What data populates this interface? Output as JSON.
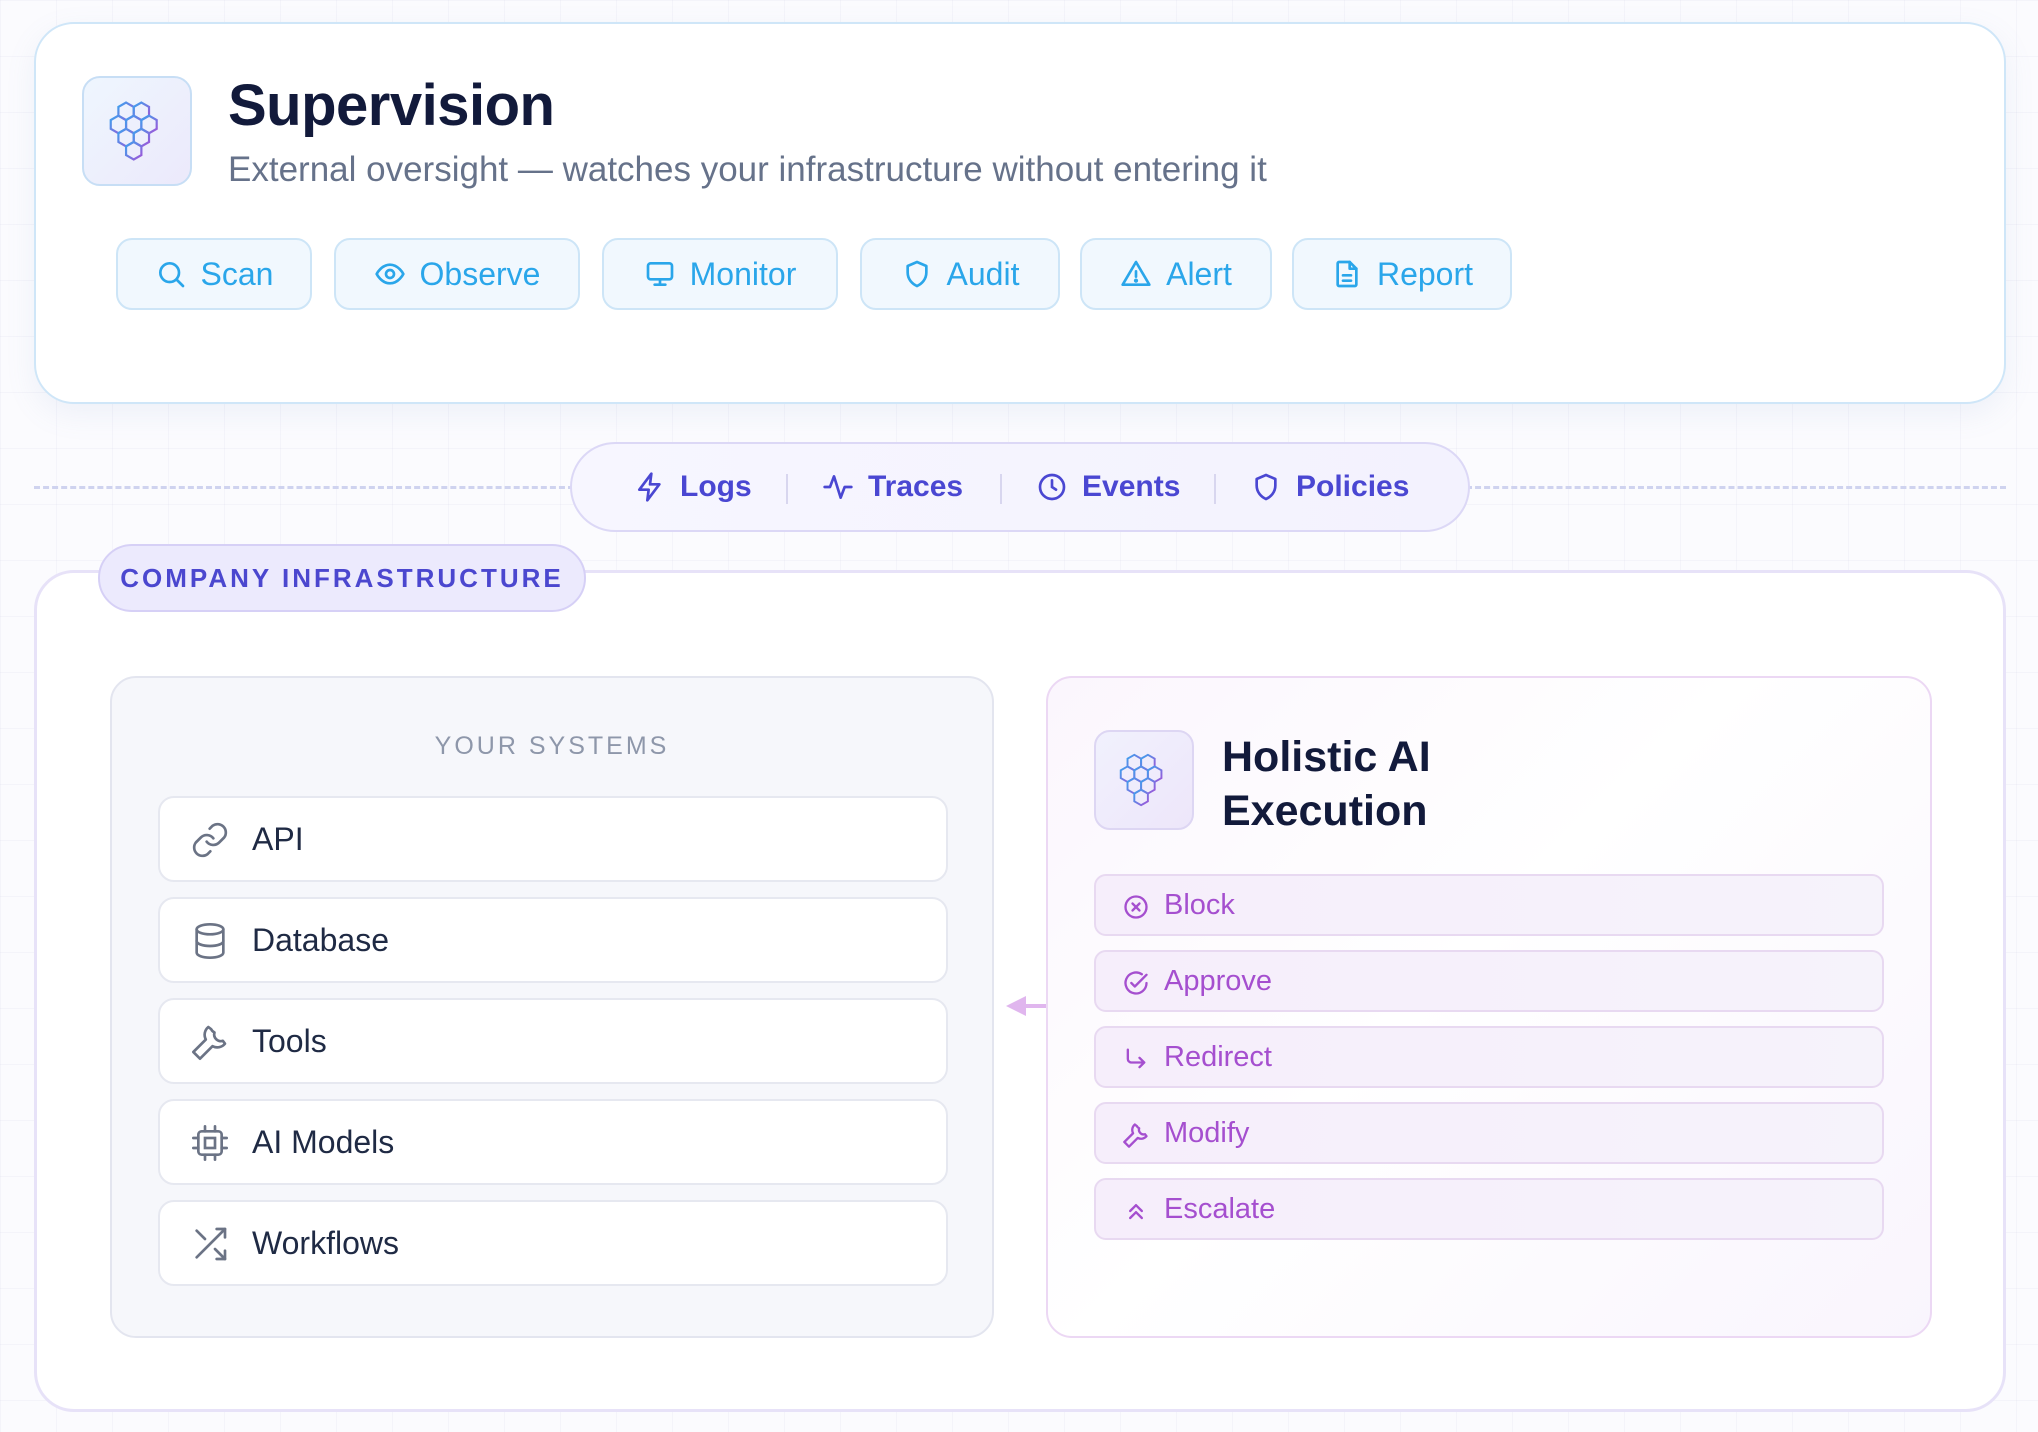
{
  "supervision": {
    "title": "Supervision",
    "subtitle": "External oversight — watches your infrastructure without entering it",
    "logo_icon": "hexagon-cluster-icon",
    "actions": [
      {
        "label": "Scan",
        "icon": "search-icon"
      },
      {
        "label": "Observe",
        "icon": "eye-icon"
      },
      {
        "label": "Monitor",
        "icon": "monitor-icon"
      },
      {
        "label": "Audit",
        "icon": "shield-icon"
      },
      {
        "label": "Alert",
        "icon": "warning-icon"
      },
      {
        "label": "Report",
        "icon": "document-icon"
      }
    ],
    "accent_color": "#2aa6ea"
  },
  "channels": [
    {
      "label": "Logs",
      "icon": "lightning-icon"
    },
    {
      "label": "Traces",
      "icon": "activity-icon"
    },
    {
      "label": "Events",
      "icon": "clock-icon"
    },
    {
      "label": "Policies",
      "icon": "shield-icon"
    }
  ],
  "infrastructure": {
    "tag": "COMPANY INFRASTRUCTURE",
    "systems": {
      "title": "YOUR SYSTEMS",
      "items": [
        {
          "label": "API",
          "icon": "link-icon"
        },
        {
          "label": "Database",
          "icon": "database-icon"
        },
        {
          "label": "Tools",
          "icon": "wrench-icon"
        },
        {
          "label": "AI Models",
          "icon": "cpu-icon"
        },
        {
          "label": "Workflows",
          "icon": "shuffle-icon"
        }
      ]
    },
    "execution": {
      "title": "Holistic AI Execution",
      "logo_icon": "hexagon-cluster-icon",
      "actions": [
        {
          "label": "Block",
          "icon": "x-circle-icon"
        },
        {
          "label": "Approve",
          "icon": "check-circle-icon"
        },
        {
          "label": "Redirect",
          "icon": "corner-down-right-icon"
        },
        {
          "label": "Modify",
          "icon": "wrench-icon"
        },
        {
          "label": "Escalate",
          "icon": "chevrons-up-icon"
        }
      ],
      "accent_color": "#a54fcf"
    }
  }
}
